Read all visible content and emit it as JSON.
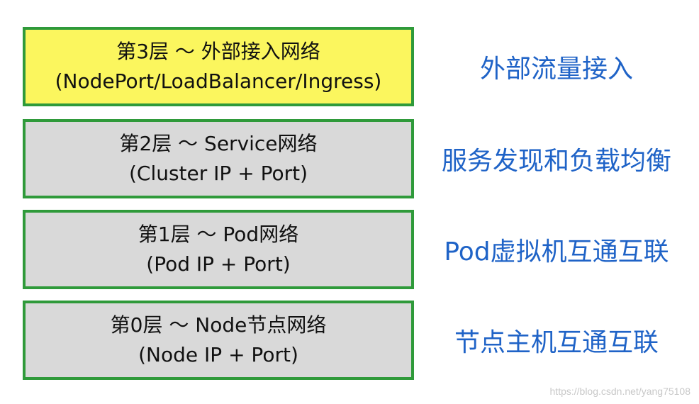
{
  "layers": [
    {
      "title": "第3层 ～ 外部接入网络",
      "subtitle": "(NodePort/LoadBalancer/Ingress)",
      "description": "外部流量接入"
    },
    {
      "title": "第2层 ～ Service网络",
      "subtitle": "(Cluster IP + Port)",
      "description": "服务发现和负载均衡"
    },
    {
      "title": "第1层 ～ Pod网络",
      "subtitle": "(Pod IP + Port)",
      "description": "Pod虚拟机互通互联"
    },
    {
      "title": "第0层 ～ Node节点网络",
      "subtitle": "(Node IP + Port)",
      "description": "节点主机互通互联"
    }
  ],
  "watermark": "https://blog.csdn.net/yang75108",
  "colors": {
    "highlight_fill": "#fbf65e",
    "layer_fill": "#d9d9d9",
    "border": "#2f9a3a",
    "description_text": "#1f63c7"
  }
}
